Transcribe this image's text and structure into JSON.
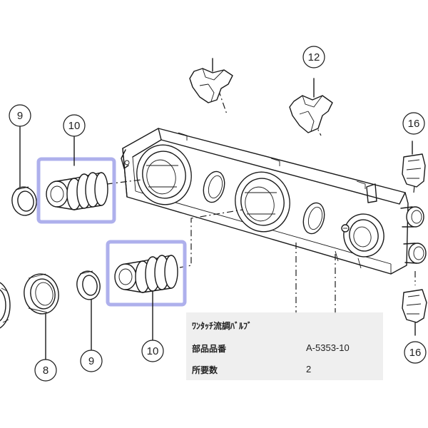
{
  "callouts": [
    {
      "id": "c9a",
      "number": "9"
    },
    {
      "id": "c10a",
      "number": "10"
    },
    {
      "id": "c12",
      "number": "12"
    },
    {
      "id": "c16a",
      "number": "16"
    },
    {
      "id": "c16b",
      "number": "16"
    },
    {
      "id": "c8",
      "number": "8"
    },
    {
      "id": "c9b",
      "number": "9"
    },
    {
      "id": "c10b",
      "number": "10"
    }
  ],
  "info": {
    "title": "ﾜﾝﾀｯﾁ流調ﾊﾞﾙﾌﾞ",
    "part_number_label": "部品品番",
    "part_number_value": "A-5353-10",
    "quantity_label": "所要数",
    "quantity_value": "2"
  },
  "colors": {
    "highlight": "#aeb0ec",
    "line": "#1a1a1a",
    "panel": "#eeeeee"
  }
}
